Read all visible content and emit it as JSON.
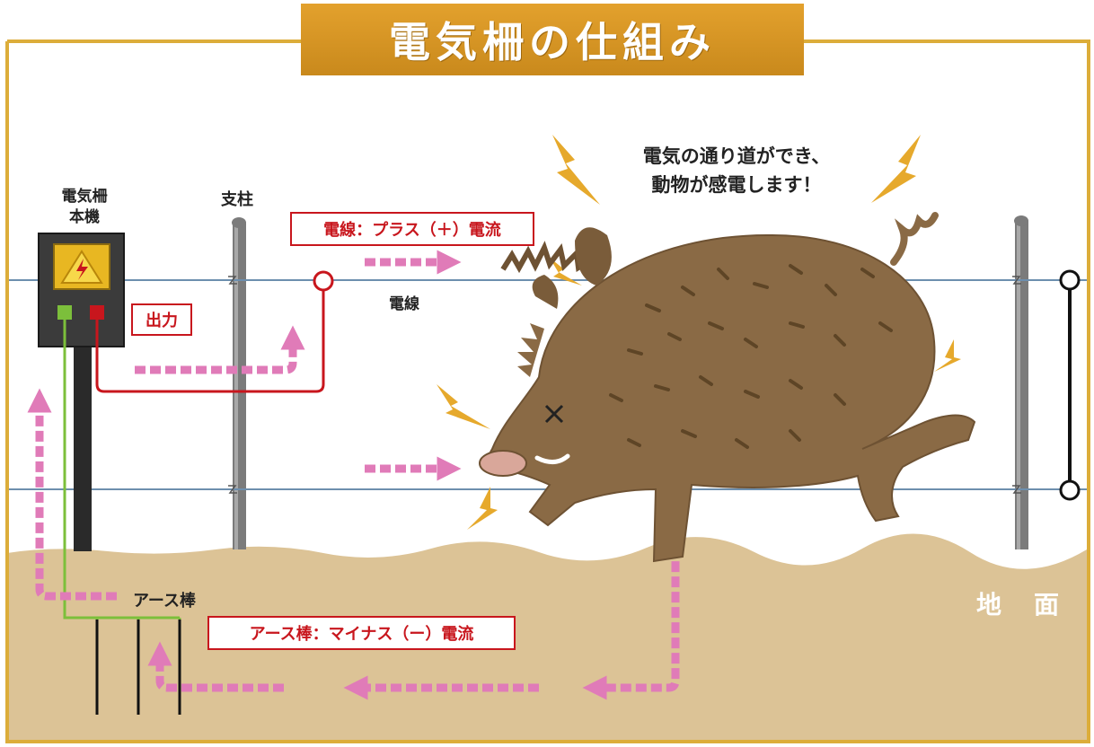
{
  "title": "電気柵の仕組み",
  "labels": {
    "unit_line1": "電気柵",
    "unit_line2": "本機",
    "post": "支柱",
    "wire": "電線",
    "output": "出力",
    "wire_current": "電線：プラス（＋）電流",
    "earth_rod": "アース棒",
    "earth_current": "アース棒：マイナス（ー）電流",
    "ground": "地　面",
    "shock_line1": "電気の通り道ができ、",
    "shock_line2": "動物が感電します！"
  },
  "colors": {
    "frame": "#dcad3a",
    "title_bg": "#d89a24",
    "ground": "#dcc396",
    "wire": "#6d8fae",
    "arrow": "#e07bb8",
    "red_line": "#c8161d",
    "green_line": "#7cbf3b",
    "boar": "#8a6a45",
    "bolt": "#e6a92c"
  },
  "icons": {
    "warning": "high-voltage-warning-icon",
    "bolt": "lightning-bolt-icon"
  }
}
